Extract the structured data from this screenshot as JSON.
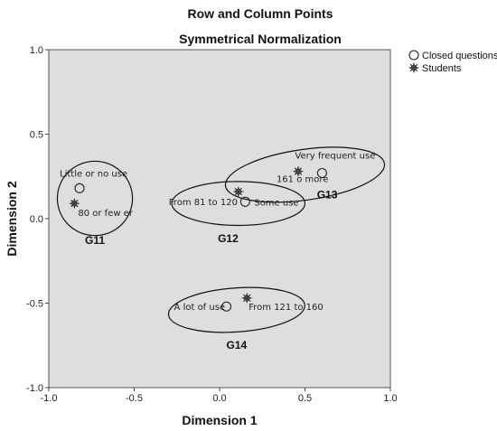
{
  "chart_data": {
    "type": "scatter",
    "title": "Row and Column Points",
    "subtitle": "Symmetrical Normalization",
    "xlabel": "Dimension 1",
    "ylabel": "Dimension 2",
    "xlim": [
      -1.0,
      1.0
    ],
    "ylim": [
      -1.0,
      1.0
    ],
    "xticks": [
      "-1.0",
      "-0.5",
      "0.0",
      "0.5",
      "1.0"
    ],
    "yticks": [
      "-1.0",
      "-0.5",
      "0.0",
      "0.5",
      "1.0"
    ],
    "background": "#dedede",
    "legend_position": "top-right",
    "series": [
      {
        "name": "Closed questions",
        "marker": "circle",
        "points": [
          {
            "label": "Little or no use",
            "x": -0.82,
            "y": 0.18
          },
          {
            "label": "Some use",
            "x": 0.15,
            "y": 0.1
          },
          {
            "label": "Very frequent use",
            "x": 0.6,
            "y": 0.27
          },
          {
            "label": "A lot of use",
            "x": 0.04,
            "y": -0.52
          }
        ]
      },
      {
        "name": "Students",
        "marker": "star",
        "points": [
          {
            "label": "80 or few er",
            "x": -0.85,
            "y": 0.09
          },
          {
            "label": "From 81 to 120",
            "x": 0.11,
            "y": 0.16
          },
          {
            "label": "161 o more",
            "x": 0.46,
            "y": 0.28
          },
          {
            "label": "From 121 to 160",
            "x": 0.16,
            "y": -0.47
          }
        ]
      }
    ],
    "groups": [
      {
        "label": "G11",
        "cx": -0.73,
        "cy": 0.12,
        "rx": 0.22,
        "ry": 0.22,
        "angle": 0
      },
      {
        "label": "G12",
        "cx": 0.11,
        "cy": 0.09,
        "rx": 0.39,
        "ry": 0.13,
        "angle": 0
      },
      {
        "label": "G13",
        "cx": 0.5,
        "cy": 0.26,
        "rx": 0.47,
        "ry": 0.15,
        "angle": -8
      },
      {
        "label": "G14",
        "cx": 0.1,
        "cy": -0.54,
        "rx": 0.4,
        "ry": 0.13,
        "angle": -4
      }
    ]
  }
}
